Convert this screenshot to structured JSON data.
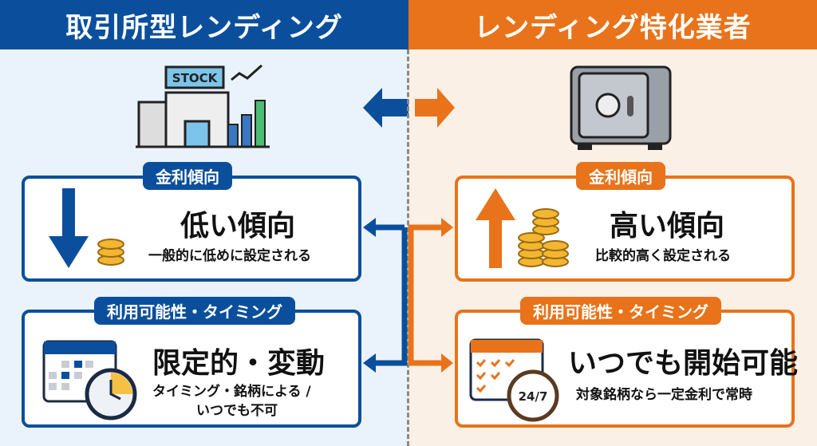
{
  "left": {
    "title": "取引所型レンディング",
    "icon_sign": "STOCK",
    "rate": {
      "tag": "金利傾向",
      "main": "低い傾向",
      "sub": "一般的に低めに設定される"
    },
    "avail": {
      "tag": "利用可能性・タイミング",
      "main": "限定的・変動",
      "sub1": "タイミング・銘柄による /",
      "sub2": "いつでも不可"
    }
  },
  "right": {
    "title": "レンディング特化業者",
    "rate": {
      "tag": "金利傾向",
      "main": "高い傾向",
      "sub": "比較的高く設定される"
    },
    "avail": {
      "tag": "利用可能性・タイミング",
      "main": "いつでも開始可能",
      "sub": "対象銘柄なら一定金利で常時",
      "clock_label": "24/7"
    }
  },
  "colors": {
    "blue": "#0b4f9c",
    "orange": "#e8731a"
  }
}
